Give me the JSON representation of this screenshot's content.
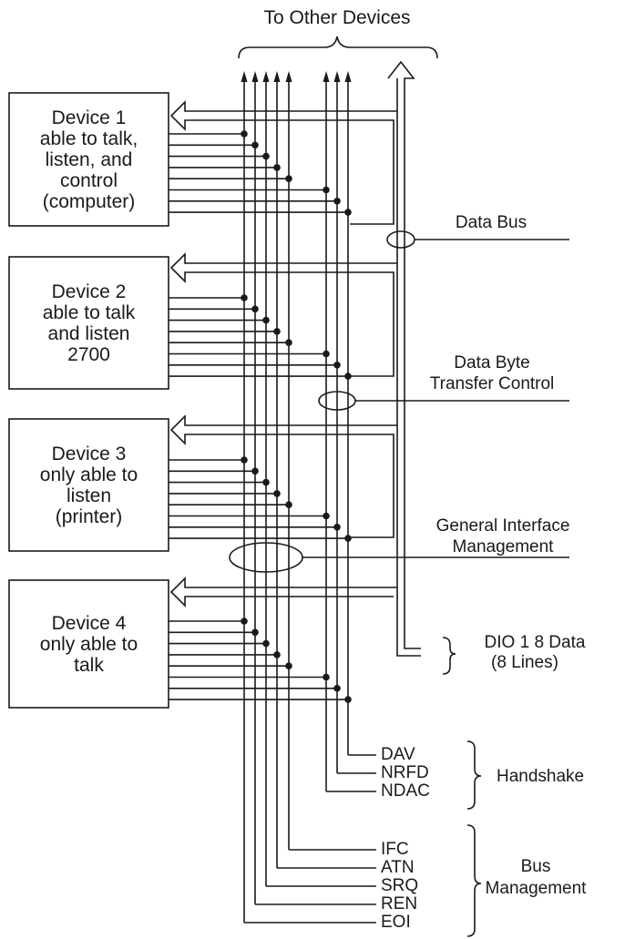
{
  "top_label": "To Other Devices",
  "devices": [
    {
      "lines": [
        "Device 1",
        "able to talk,",
        "listen, and",
        "control",
        "(computer)"
      ]
    },
    {
      "lines": [
        "Device 2",
        "able to talk",
        "and listen",
        "2700"
      ]
    },
    {
      "lines": [
        "Device 3",
        "only able to",
        "listen",
        "(printer)"
      ]
    },
    {
      "lines": [
        "Device 4",
        "only able to",
        "talk"
      ]
    }
  ],
  "bus_labels": {
    "data_bus": "Data Bus",
    "transfer_control": [
      "Data Byte",
      "Transfer Control"
    ],
    "general_interface": [
      "General Interface",
      "Management"
    ],
    "dio": [
      "DIO 1 8 Data",
      "(8 Lines)"
    ]
  },
  "handshake": {
    "label": "Handshake",
    "lines": [
      "DAV",
      "NRFD",
      "NDAC"
    ]
  },
  "bus_management": {
    "label": [
      "Bus",
      "Management"
    ],
    "lines": [
      "IFC",
      "ATN",
      "SRQ",
      "REN",
      "EOI"
    ]
  }
}
